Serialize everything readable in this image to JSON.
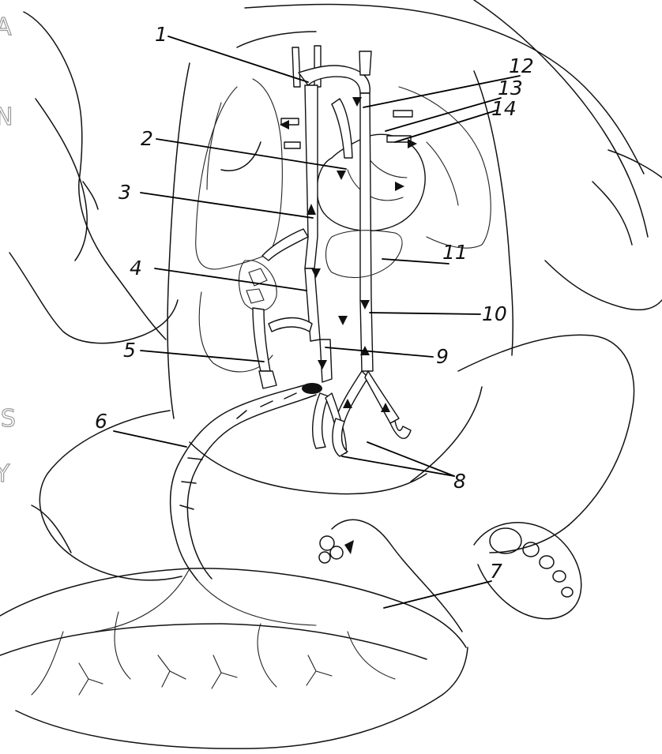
{
  "labels": {
    "l1": "1",
    "l2": "2",
    "l3": "3",
    "l4": "4",
    "l5": "5",
    "l6": "6",
    "l7": "7",
    "l8": "8",
    "l9": "9",
    "l10": "10",
    "l11": "11",
    "l12": "12",
    "l13": "13",
    "l14": "14"
  },
  "edge_text": {
    "a": "A",
    "b": "N",
    "c": "JS",
    "d": "Y"
  }
}
